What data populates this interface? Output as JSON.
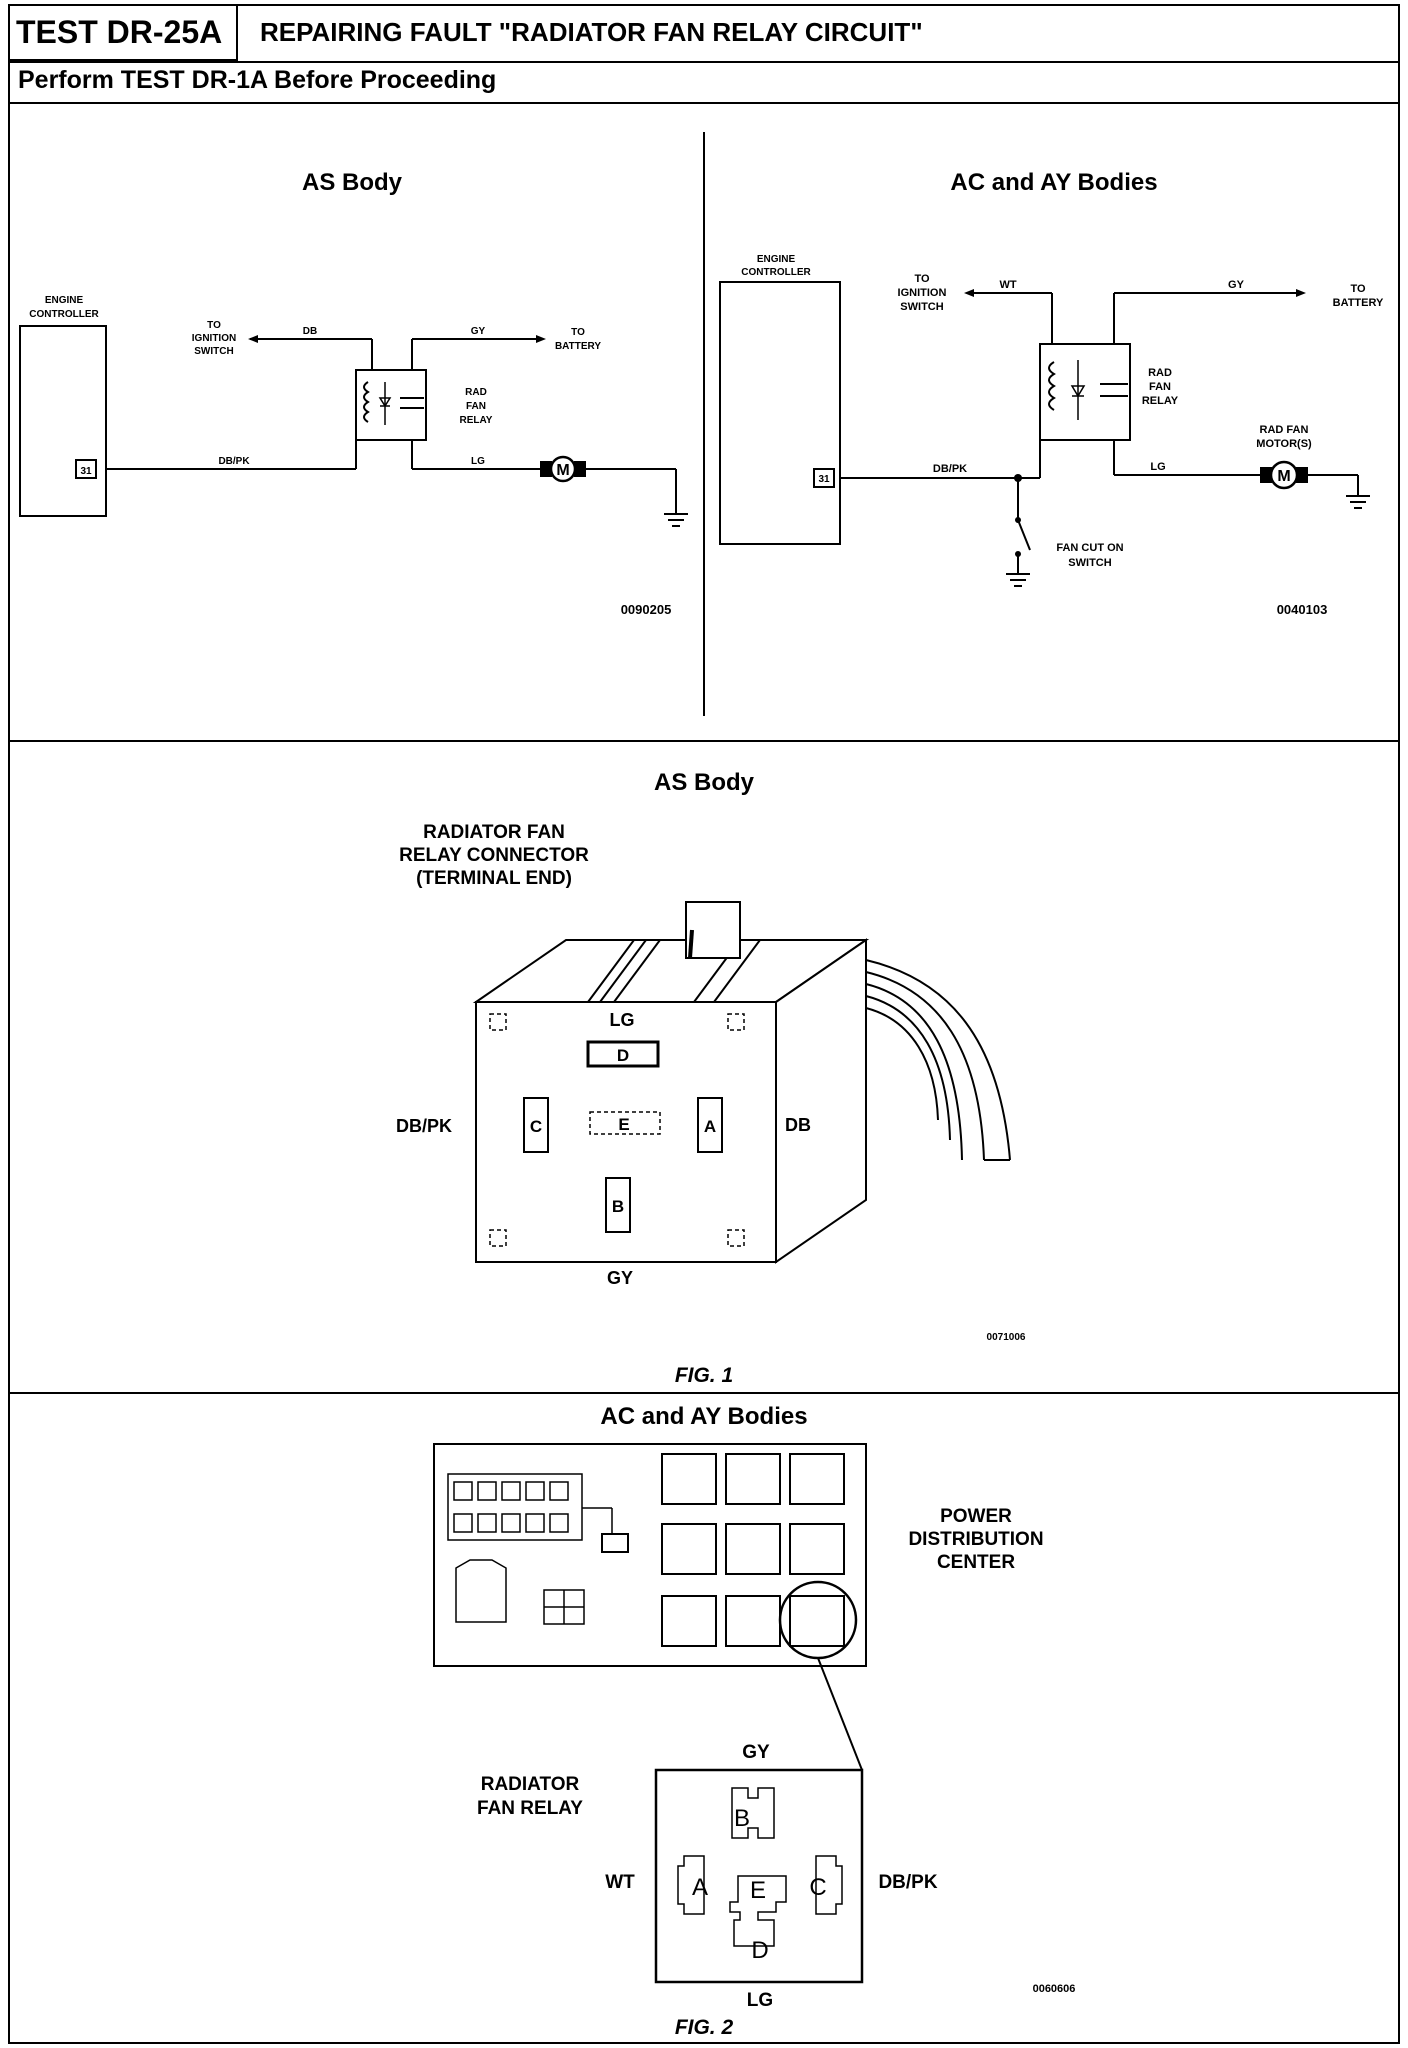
{
  "header": {
    "test_id": "TEST DR-25A",
    "title": "REPAIRING FAULT \"RADIATOR FAN RELAY CIRCUIT\"",
    "perform": "Perform TEST DR-1A Before Proceeding"
  },
  "left_schematic": {
    "heading": "AS Body",
    "controller_line1": "ENGINE",
    "controller_line2": "CONTROLLER",
    "pin": "31",
    "to_ign1": "TO",
    "to_ign2": "IGNITION",
    "to_ign3": "SWITCH",
    "wire_db": "DB",
    "wire_gy": "GY",
    "to_batt1": "TO",
    "to_batt2": "BATTERY",
    "relay1": "RAD",
    "relay2": "FAN",
    "relay3": "RELAY",
    "wire_dbpk": "DB/PK",
    "wire_lg": "LG",
    "motor": "M",
    "code": "0090205"
  },
  "right_schematic": {
    "heading": "AC and AY Bodies",
    "controller_line1": "ENGINE",
    "controller_line2": "CONTROLLER",
    "pin": "31",
    "to_ign1": "TO",
    "to_ign2": "IGNITION",
    "to_ign3": "SWITCH",
    "wire_wt": "WT",
    "wire_gy": "GY",
    "to_batt1": "TO",
    "to_batt2": "BATTERY",
    "relay1": "RAD",
    "relay2": "FAN",
    "relay3": "RELAY",
    "motor_label1": "RAD FAN",
    "motor_label2": "MOTOR(S)",
    "wire_dbpk": "DB/PK",
    "wire_lg": "LG",
    "motor": "M",
    "switch1": "FAN CUT ON",
    "switch2": "SWITCH",
    "code": "0040103"
  },
  "fig1": {
    "heading": "AS Body",
    "label1": "RADIATOR FAN",
    "label2": "RELAY CONNECTOR",
    "label3": "(TERMINAL END)",
    "wire_top": "LG",
    "wire_left": "DB/PK",
    "wire_right": "DB",
    "wire_bottom": "GY",
    "term_a": "A",
    "term_b": "B",
    "term_c": "C",
    "term_d": "D",
    "term_e": "E",
    "code": "0071006",
    "caption": "FIG. 1"
  },
  "fig2": {
    "heading": "AC and AY Bodies",
    "pdc1": "POWER",
    "pdc2": "DISTRIBUTION",
    "pdc3": "CENTER",
    "relay_label1": "RADIATOR",
    "relay_label2": "FAN RELAY",
    "wire_top": "GY",
    "wire_left": "WT",
    "wire_right": "DB/PK",
    "wire_bottom": "LG",
    "term_a": "A",
    "term_b": "B",
    "term_c": "C",
    "term_d": "D",
    "term_e": "E",
    "code": "0060606",
    "caption": "FIG. 2"
  }
}
